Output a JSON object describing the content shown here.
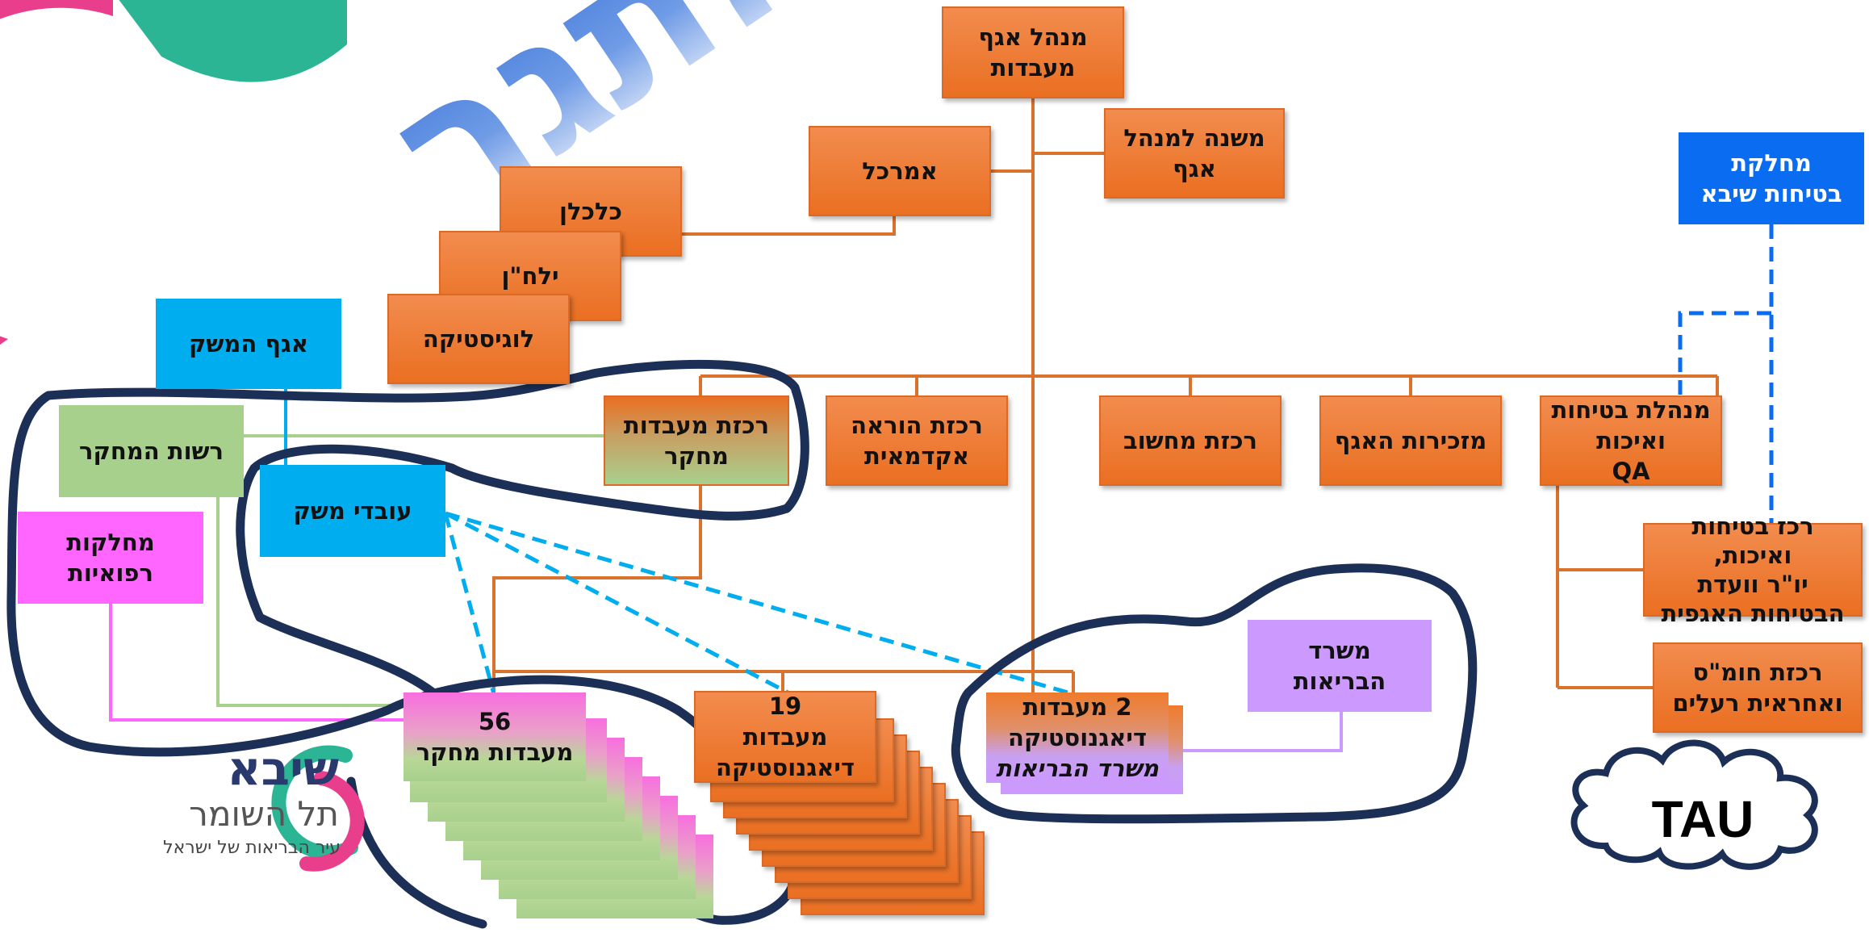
{
  "watermark": {
    "text": "הואתגר"
  },
  "nodes": {
    "director": [
      "מנהל אגף",
      "מעבדות"
    ],
    "deputy": [
      "משנה למנהל",
      "אגף"
    ],
    "amarkal": [
      "אמרכל"
    ],
    "economist": [
      "כלכלן"
    ],
    "yalachan": [
      "ילח\"ן"
    ],
    "logistics": [
      "לוגיסטיקה"
    ],
    "safety_dept": [
      "מחלקת",
      "בטיחות שיבא"
    ],
    "household_div": [
      "אגף המשק"
    ],
    "research_auth": [
      "רשות המחקר"
    ],
    "research_labs_coord": [
      "רכזת מעבדות",
      "מחקר"
    ],
    "academic_coord": [
      "רכזת הוראה",
      "אקדמאית"
    ],
    "computing_coord": [
      "רכזת מחשוב"
    ],
    "secretariat": [
      "מזכירות האגף"
    ],
    "qa_manager": [
      "מנהלת בטיחות",
      "ואיכות",
      "QA"
    ],
    "household_workers": [
      "עובדי משק"
    ],
    "medical_depts": [
      "מחלקות",
      "רפואיות"
    ],
    "safety_coord": [
      "רכז בטיחות ואיכות,",
      "יו\"ר וועדת",
      "הבטיחות האגפית"
    ],
    "hazmat_coord": [
      "רכזת חומ\"ס",
      "ואחראית רעלים"
    ],
    "ministry": [
      "משרד",
      "הבריאות"
    ],
    "research_labs": [
      "56",
      "מעבדות מחקר"
    ],
    "diagnostic_labs": [
      "19",
      "מעבדות",
      "דיאגנוסטיקה"
    ],
    "ministry_labs": [
      "2 מעבדות",
      "דיאגנוסטיקה",
      "משרד הבריאות"
    ]
  },
  "logo": {
    "name": "שיבא",
    "subtitle": "תל השומר",
    "tagline": "עיר הבריאות של ישראל"
  },
  "cloud_label": "TAU",
  "colors": {
    "orange": "#ea6f22",
    "connector": "#d9722c",
    "safety_blue": "#0a6cf0",
    "cyan": "#00aeef",
    "green": "#a8d08d",
    "pink": "#ff66ff",
    "lavender": "#cc99ff",
    "outline_navy": "#1c2f57"
  }
}
